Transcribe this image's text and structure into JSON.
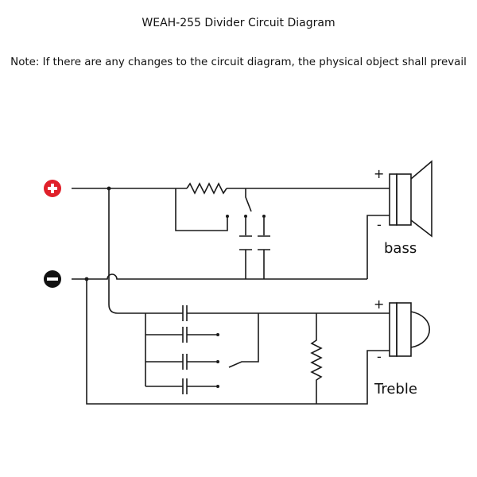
{
  "diagram": {
    "title": "WEAH-255 Divider Circuit Diagram",
    "note": "Note: If there are any changes to the circuit diagram, the physical object shall prevail",
    "bass_label": "bass",
    "treble_label": "Treble",
    "plus_sign": "+",
    "minus_sign": "-",
    "colors": {
      "positive_terminal": "#e0202a",
      "negative_terminal": "#111111",
      "wire": "#1a1a1a"
    }
  }
}
